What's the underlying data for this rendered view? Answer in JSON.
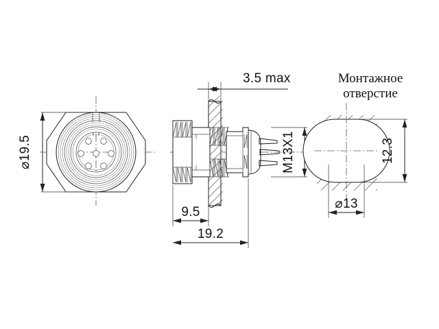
{
  "document": {
    "type": "engineering-drawing",
    "subject": "Panel-mount circular connector, 7 contacts",
    "background_color": "#ffffff",
    "line_color": "#1a1a1a"
  },
  "views": {
    "front": {
      "name": "front-view",
      "description": "Front face of connector showing hexagonal nut, concentric shell rings and 7 contact pins",
      "pin_count": 7
    },
    "section": {
      "name": "side-section-view",
      "description": "Side cross-section through panel wall showing threaded barrel, nut and solder tails"
    },
    "mounting": {
      "name": "mounting-hole-view",
      "description": "Panel cut-out: 13 mm circle with two flats 12.3 mm apart"
    }
  },
  "labels": {
    "mounting_hole_line1": "Монтажное",
    "mounting_hole_line2": "отверстие"
  },
  "dimensions": {
    "front_diameter": "⌀19.5",
    "flange_thickness": "3.5 max",
    "thread_spec": "M13X1",
    "barrel_length": "9.5",
    "total_length": "19.2",
    "hole_flat_distance": "12.3",
    "hole_diameter": "⌀13"
  }
}
